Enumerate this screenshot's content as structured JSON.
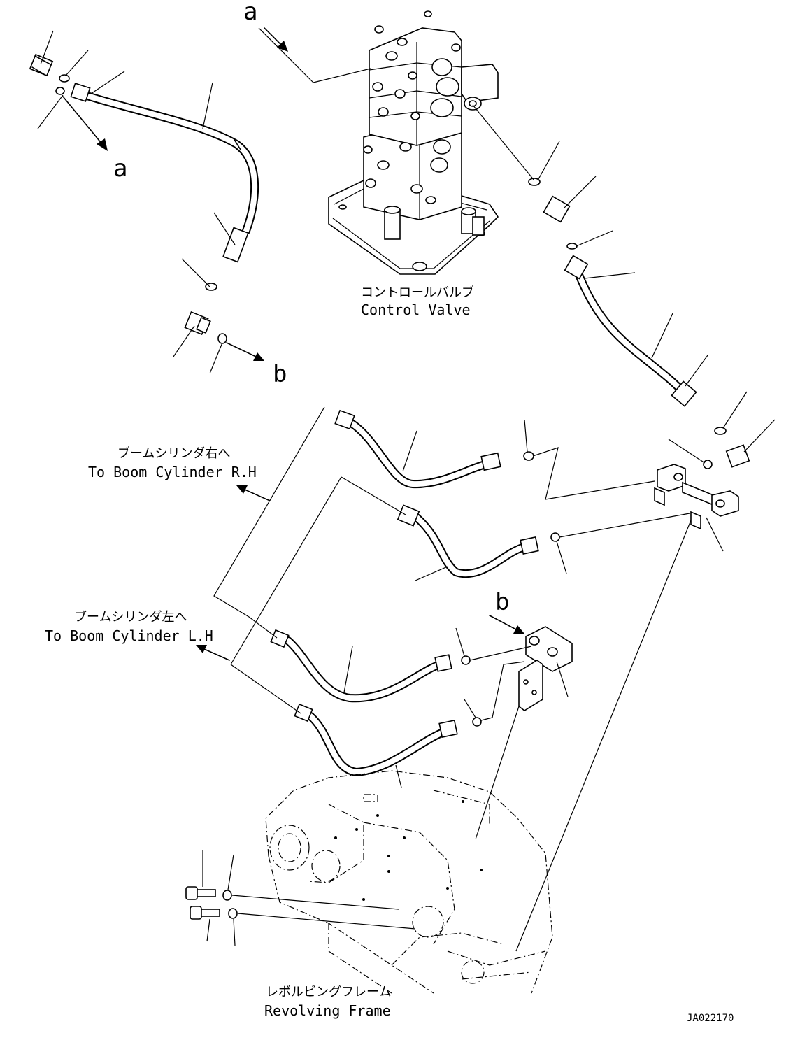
{
  "ref_labels": {
    "a_top": "a",
    "a_side": "a",
    "b_side": "b",
    "b_block": "b"
  },
  "callouts": {
    "control_valve_jp": "コントロールバルブ",
    "control_valve_en": "Control Valve",
    "boom_rh_jp": "ブームシリンダ右へ",
    "boom_rh_en": "To Boom Cylinder R.H",
    "boom_lh_jp": "ブームシリンダ左へ",
    "boom_lh_en": "To Boom Cylinder L.H",
    "frame_jp": "レボルビングフレーム",
    "frame_en": "Revolving Frame"
  },
  "drawing_code": "JA022170"
}
